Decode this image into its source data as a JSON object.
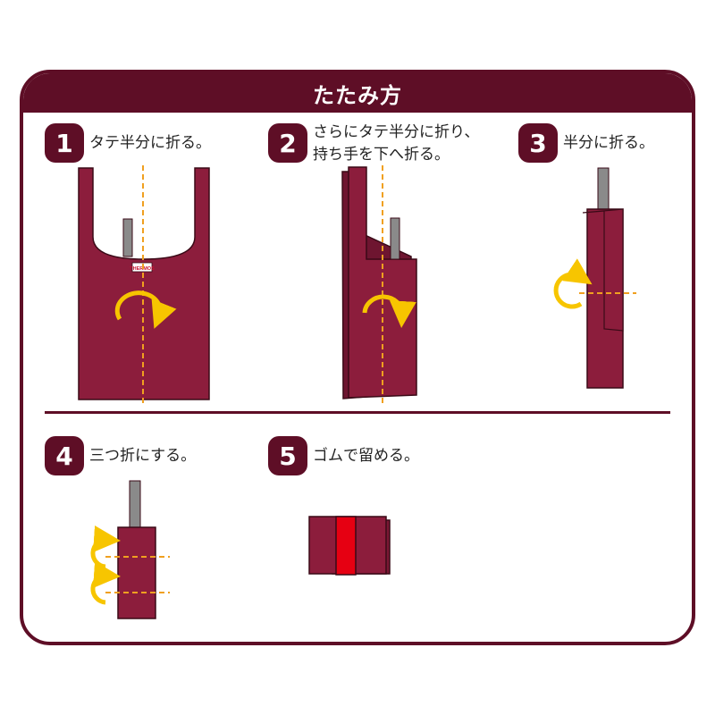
{
  "title": "たたみ方",
  "brand_tag": "THERMOS",
  "colors": {
    "frame": "#5e0e26",
    "bag": "#8c1d3c",
    "bag_outline": "#3a0a17",
    "handle_strap": "#8a8a8a",
    "fold_line": "#f0a020",
    "arrow": "#f7c500",
    "band": "#e60012"
  },
  "steps": [
    {
      "number": "1",
      "text": "タテ半分に折る。"
    },
    {
      "number": "2",
      "text_line1": "さらにタテ半分に折り、",
      "text_line2": "持ち手を下へ折る。"
    },
    {
      "number": "3",
      "text": "半分に折る。"
    },
    {
      "number": "4",
      "text": "三つ折にする。"
    },
    {
      "number": "5",
      "text": "ゴムで留める。"
    }
  ]
}
